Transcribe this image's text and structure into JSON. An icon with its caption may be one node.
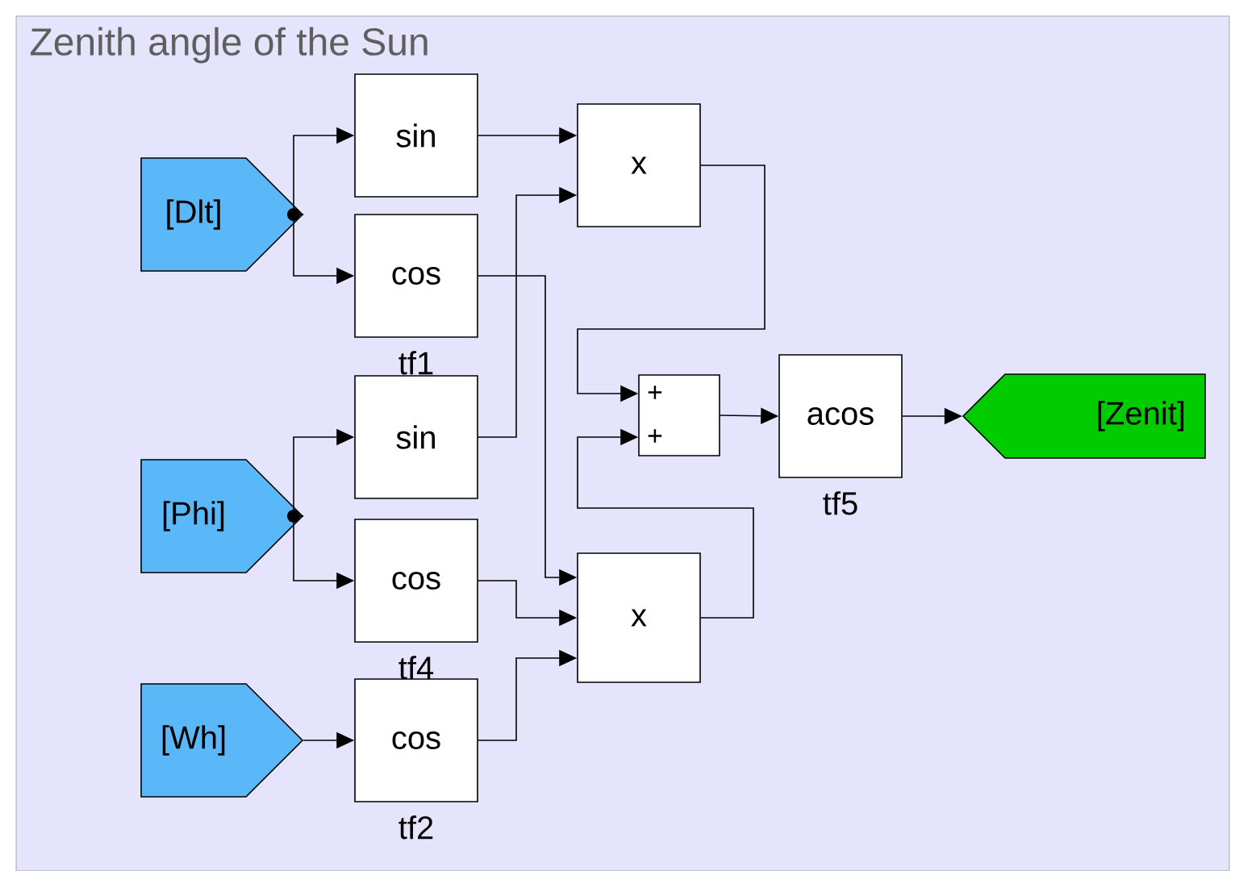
{
  "diagram": {
    "title": "Zenith angle of the Sun",
    "nodes": [
      {
        "text": [
          "[Dlt]"
        ]
      },
      {
        "text": [
          "sin"
        ]
      },
      {
        "text": [
          "cos"
        ],
        "beside": [
          "tf1"
        ]
      },
      {
        "text": [
          "x"
        ]
      },
      {
        "text": [
          "sin"
        ]
      },
      {
        "text": [
          "[Phi]"
        ]
      },
      {
        "text": [
          "cos"
        ],
        "beside": [
          "tf4"
        ]
      },
      {
        "text": [
          "x"
        ]
      },
      {
        "text": [
          "[Wh]"
        ]
      },
      {
        "text": [
          "cos"
        ],
        "beside": [
          "tf2"
        ]
      },
      {
        "text": [
          "+",
          "+"
        ]
      },
      {
        "text": [
          "acos"
        ],
        "beside": [
          "tf5"
        ]
      },
      {
        "text": [
          "[Zenit]"
        ]
      }
    ],
    "edges": [
      {
        "from": 0,
        "to": 1,
        "arrow": "to"
      },
      {
        "from": 0,
        "to": 2,
        "arrow": "to"
      },
      {
        "from": 1,
        "to": 3,
        "arrow": "to"
      },
      {
        "from": 2,
        "to": 7,
        "arrow": "to"
      },
      {
        "from": 4,
        "to": 3,
        "arrow": "to"
      },
      {
        "from": 6,
        "to": 7,
        "arrow": "to"
      },
      {
        "from": 9,
        "to": 7,
        "arrow": "to"
      },
      {
        "from": 3,
        "to": 10,
        "arrow": "to"
      },
      {
        "from": 7,
        "to": 10,
        "arrow": "to"
      },
      {
        "from": 5,
        "to": 4,
        "arrow": "to"
      },
      {
        "from": 5,
        "to": 6,
        "arrow": "to"
      },
      {
        "from": 8,
        "to": 9,
        "arrow": "to"
      },
      {
        "from": 10,
        "to": 11,
        "arrow": "to"
      },
      {
        "from": 11,
        "to": 12,
        "arrow": "to"
      }
    ]
  }
}
